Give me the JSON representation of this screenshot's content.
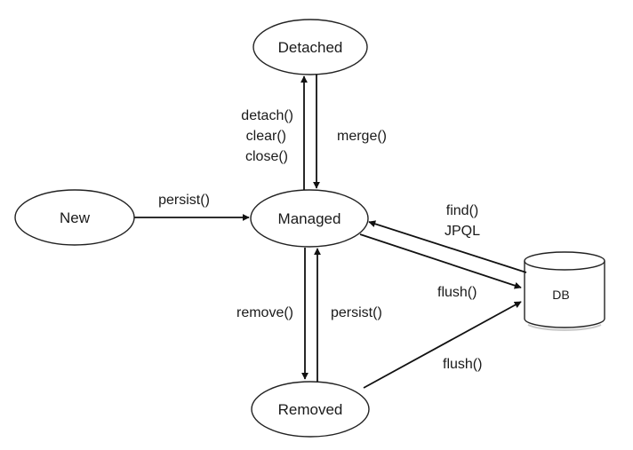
{
  "nodes": {
    "detached": {
      "label": "Detached"
    },
    "new": {
      "label": "New"
    },
    "managed": {
      "label": "Managed"
    },
    "removed": {
      "label": "Removed"
    },
    "db": {
      "label": "DB"
    }
  },
  "edges": {
    "detach_label": [
      "detach()",
      "clear()",
      "close()"
    ],
    "merge_label": "merge()",
    "persist_new_label": "persist()",
    "find_label": [
      "find()",
      "JPQL"
    ],
    "flush_managed_label": "flush()",
    "remove_label": "remove()",
    "persist_removed_label": "persist()",
    "flush_removed_label": "flush()"
  }
}
